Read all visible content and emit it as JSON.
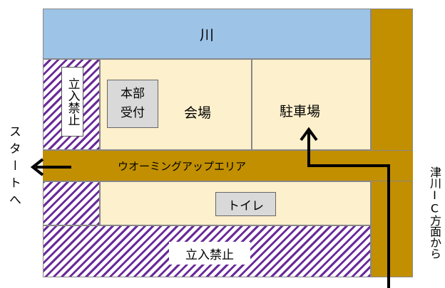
{
  "map": {
    "river_label": "川",
    "no_entry_left": "立入禁止",
    "honbu_line1": "本部",
    "honbu_line2": "受付",
    "venue_label": "会場",
    "parking_label": "駐車場",
    "warmup_label": "ウオーミングアップエリア",
    "toilet_label": "トイレ",
    "no_entry_bottom": "立入禁止",
    "to_start_label": "スタートへ",
    "from_ic_label": "津川IC方面から"
  },
  "colors": {
    "river": "#9dc3e6",
    "road": "#c18f00",
    "area": "#fdf0cc",
    "hatch": "#6a2a9a",
    "office_box": "#d9d9d9"
  }
}
